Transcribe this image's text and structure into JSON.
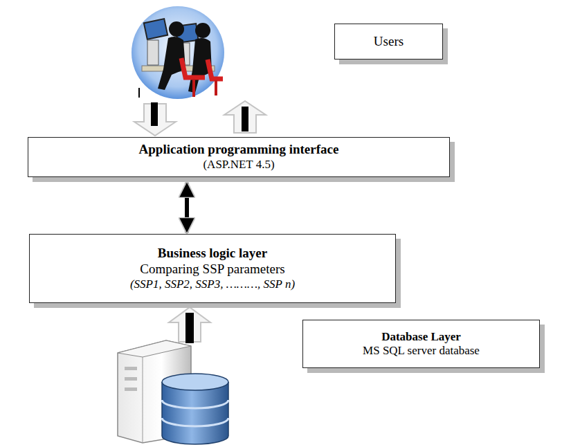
{
  "diagram": {
    "nodes": [
      {
        "text": [
          "Users"
        ]
      },
      {
        "text": [
          "Application programming interface",
          "(ASP.NET 4.5)"
        ]
      },
      {
        "text": [
          "Business logic layer",
          "Comparing SSP parameters",
          "(SSP1, SSP2, SSP3, ………, SSP n)"
        ]
      },
      {
        "text": [
          "Database Layer",
          "MS SQL server database"
        ]
      }
    ],
    "edges": [
      {
        "from": 1,
        "to": 2,
        "arrow": "both"
      }
    ]
  }
}
